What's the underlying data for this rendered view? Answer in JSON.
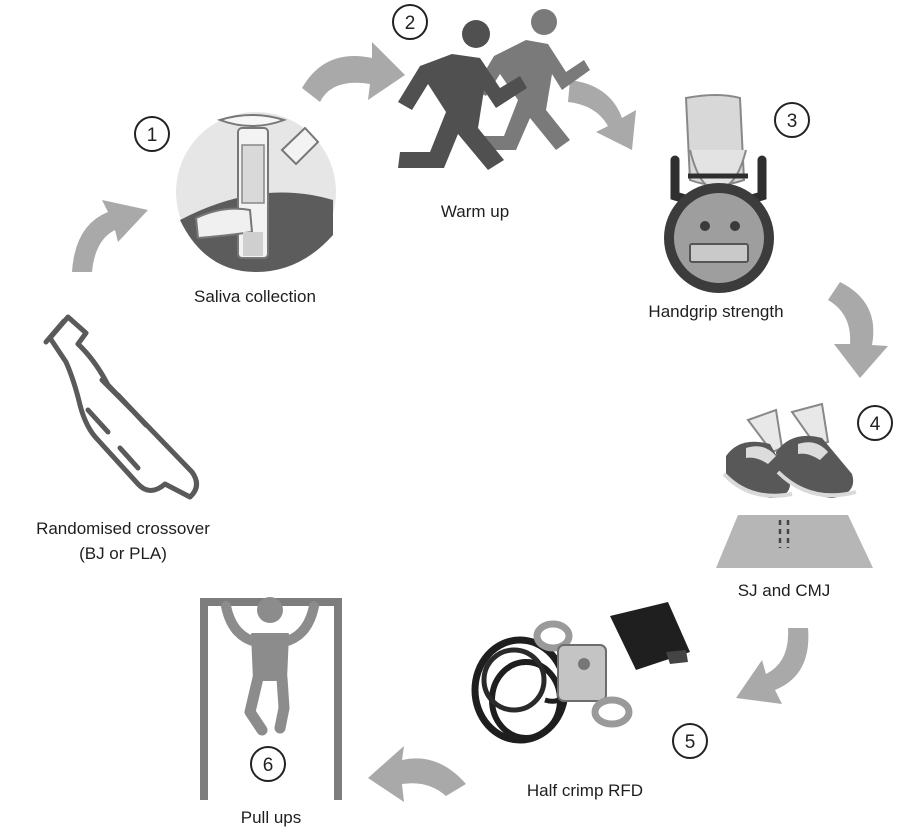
{
  "steps": [
    {
      "number": "1",
      "label": "Saliva collection"
    },
    {
      "number": "2",
      "label": "Warm up"
    },
    {
      "number": "3",
      "label": "Handgrip strength"
    },
    {
      "number": "4",
      "label": "SJ and CMJ"
    },
    {
      "number": "5",
      "label": "Half crimp RFD"
    },
    {
      "number": "6",
      "label": "Pull ups"
    }
  ],
  "start": {
    "line1": "Randomised crossover",
    "line2": "(BJ or PLA)"
  },
  "colors": {
    "arrow": "#a9a9a9",
    "icon_dark": "#4a4a4a",
    "icon_mid": "#8a8a8a",
    "icon_light": "#cfcfcf"
  }
}
